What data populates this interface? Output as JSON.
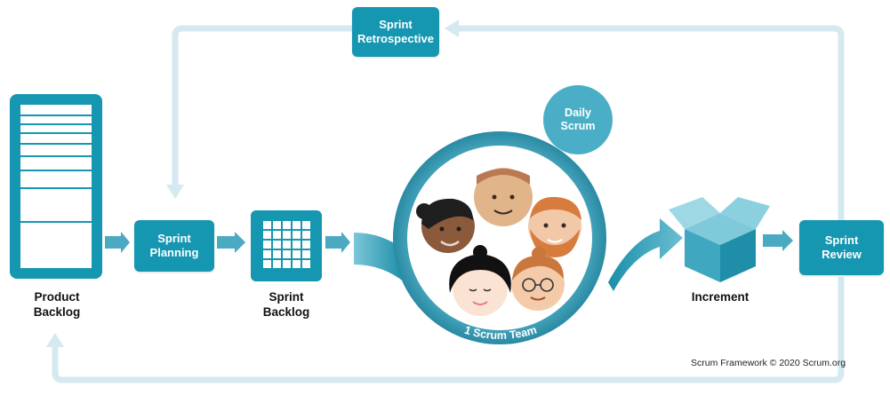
{
  "diagram": {
    "nodes": {
      "sprint_retrospective": "Sprint\nRetrospective",
      "sprint_planning": "Sprint\nPlanning",
      "sprint_review": "Sprint\nReview",
      "daily_scrum": "Daily\nScrum"
    },
    "labels": {
      "product_backlog": "Product\nBacklog",
      "sprint_backlog": "Sprint\nBacklog",
      "increment": "Increment",
      "scrum_team": "1 Scrum Team"
    },
    "credit": "Scrum Framework © 2020 Scrum.org",
    "colors": {
      "primary": "#1596b1",
      "loop": "#d5e9f0",
      "light": "#4aafc6",
      "dark": "#0f7a93"
    },
    "icons": [
      "product-backlog-icon",
      "sprint-backlog-grid-icon",
      "increment-box-icon",
      "team-faces-icon"
    ]
  }
}
